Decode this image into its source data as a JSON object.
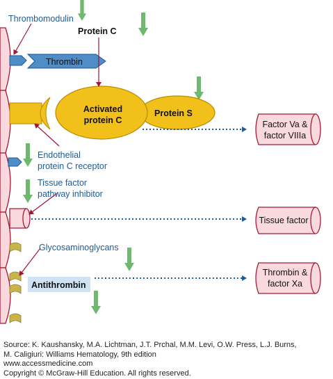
{
  "labels": {
    "thrombomodulin": "Thrombomodulin",
    "protein_c": "Protein C",
    "thrombin": "Thrombin",
    "activated_protein_c_line1": "Activated",
    "activated_protein_c_line2": "protein C",
    "protein_s": "Protein S",
    "factor_va_line1": "Factor Va &",
    "factor_va_line2": "factor VIIIa",
    "epcr_line1": "Endothelial",
    "epcr_line2": "protein C receptor",
    "tfpi_line1": "Tissue factor",
    "tfpi_line2": "pathway inhibitor",
    "tissue_factor": "Tissue factor",
    "glycosaminoglycans": "Glycosaminoglycans",
    "antithrombin": "Antithrombin",
    "thrombin_xa_line1": "Thrombin &",
    "thrombin_xa_line2": "factor Xa"
  },
  "footer": {
    "source_line1": "Source: K. Kaushansky, M.A. Lichtman, J.T. Prchal, M.M. Levi, O.W. Press, L.J. Burns,",
    "source_line2": "M. Caligiuri: Williams Hematology, 9th edition",
    "website": "www.accessmedicine.com",
    "copyright": "Copyright © McGraw-Hill Education.  All rights reserved."
  },
  "colors": {
    "cell_fill": "#f9d9dd",
    "cell_stroke": "#a31a36",
    "receptor_blue": "#4f8dc7",
    "protein_yellow": "#f2c01a",
    "protein_stroke": "#b88a00",
    "down_arrow_green": "#6fb86f",
    "pointer_maroon": "#a01638",
    "inhibition_dotted": "#1f5b96",
    "antithrombin_bg": "#cfe3f5",
    "gag_gold": "#c9b44a"
  }
}
